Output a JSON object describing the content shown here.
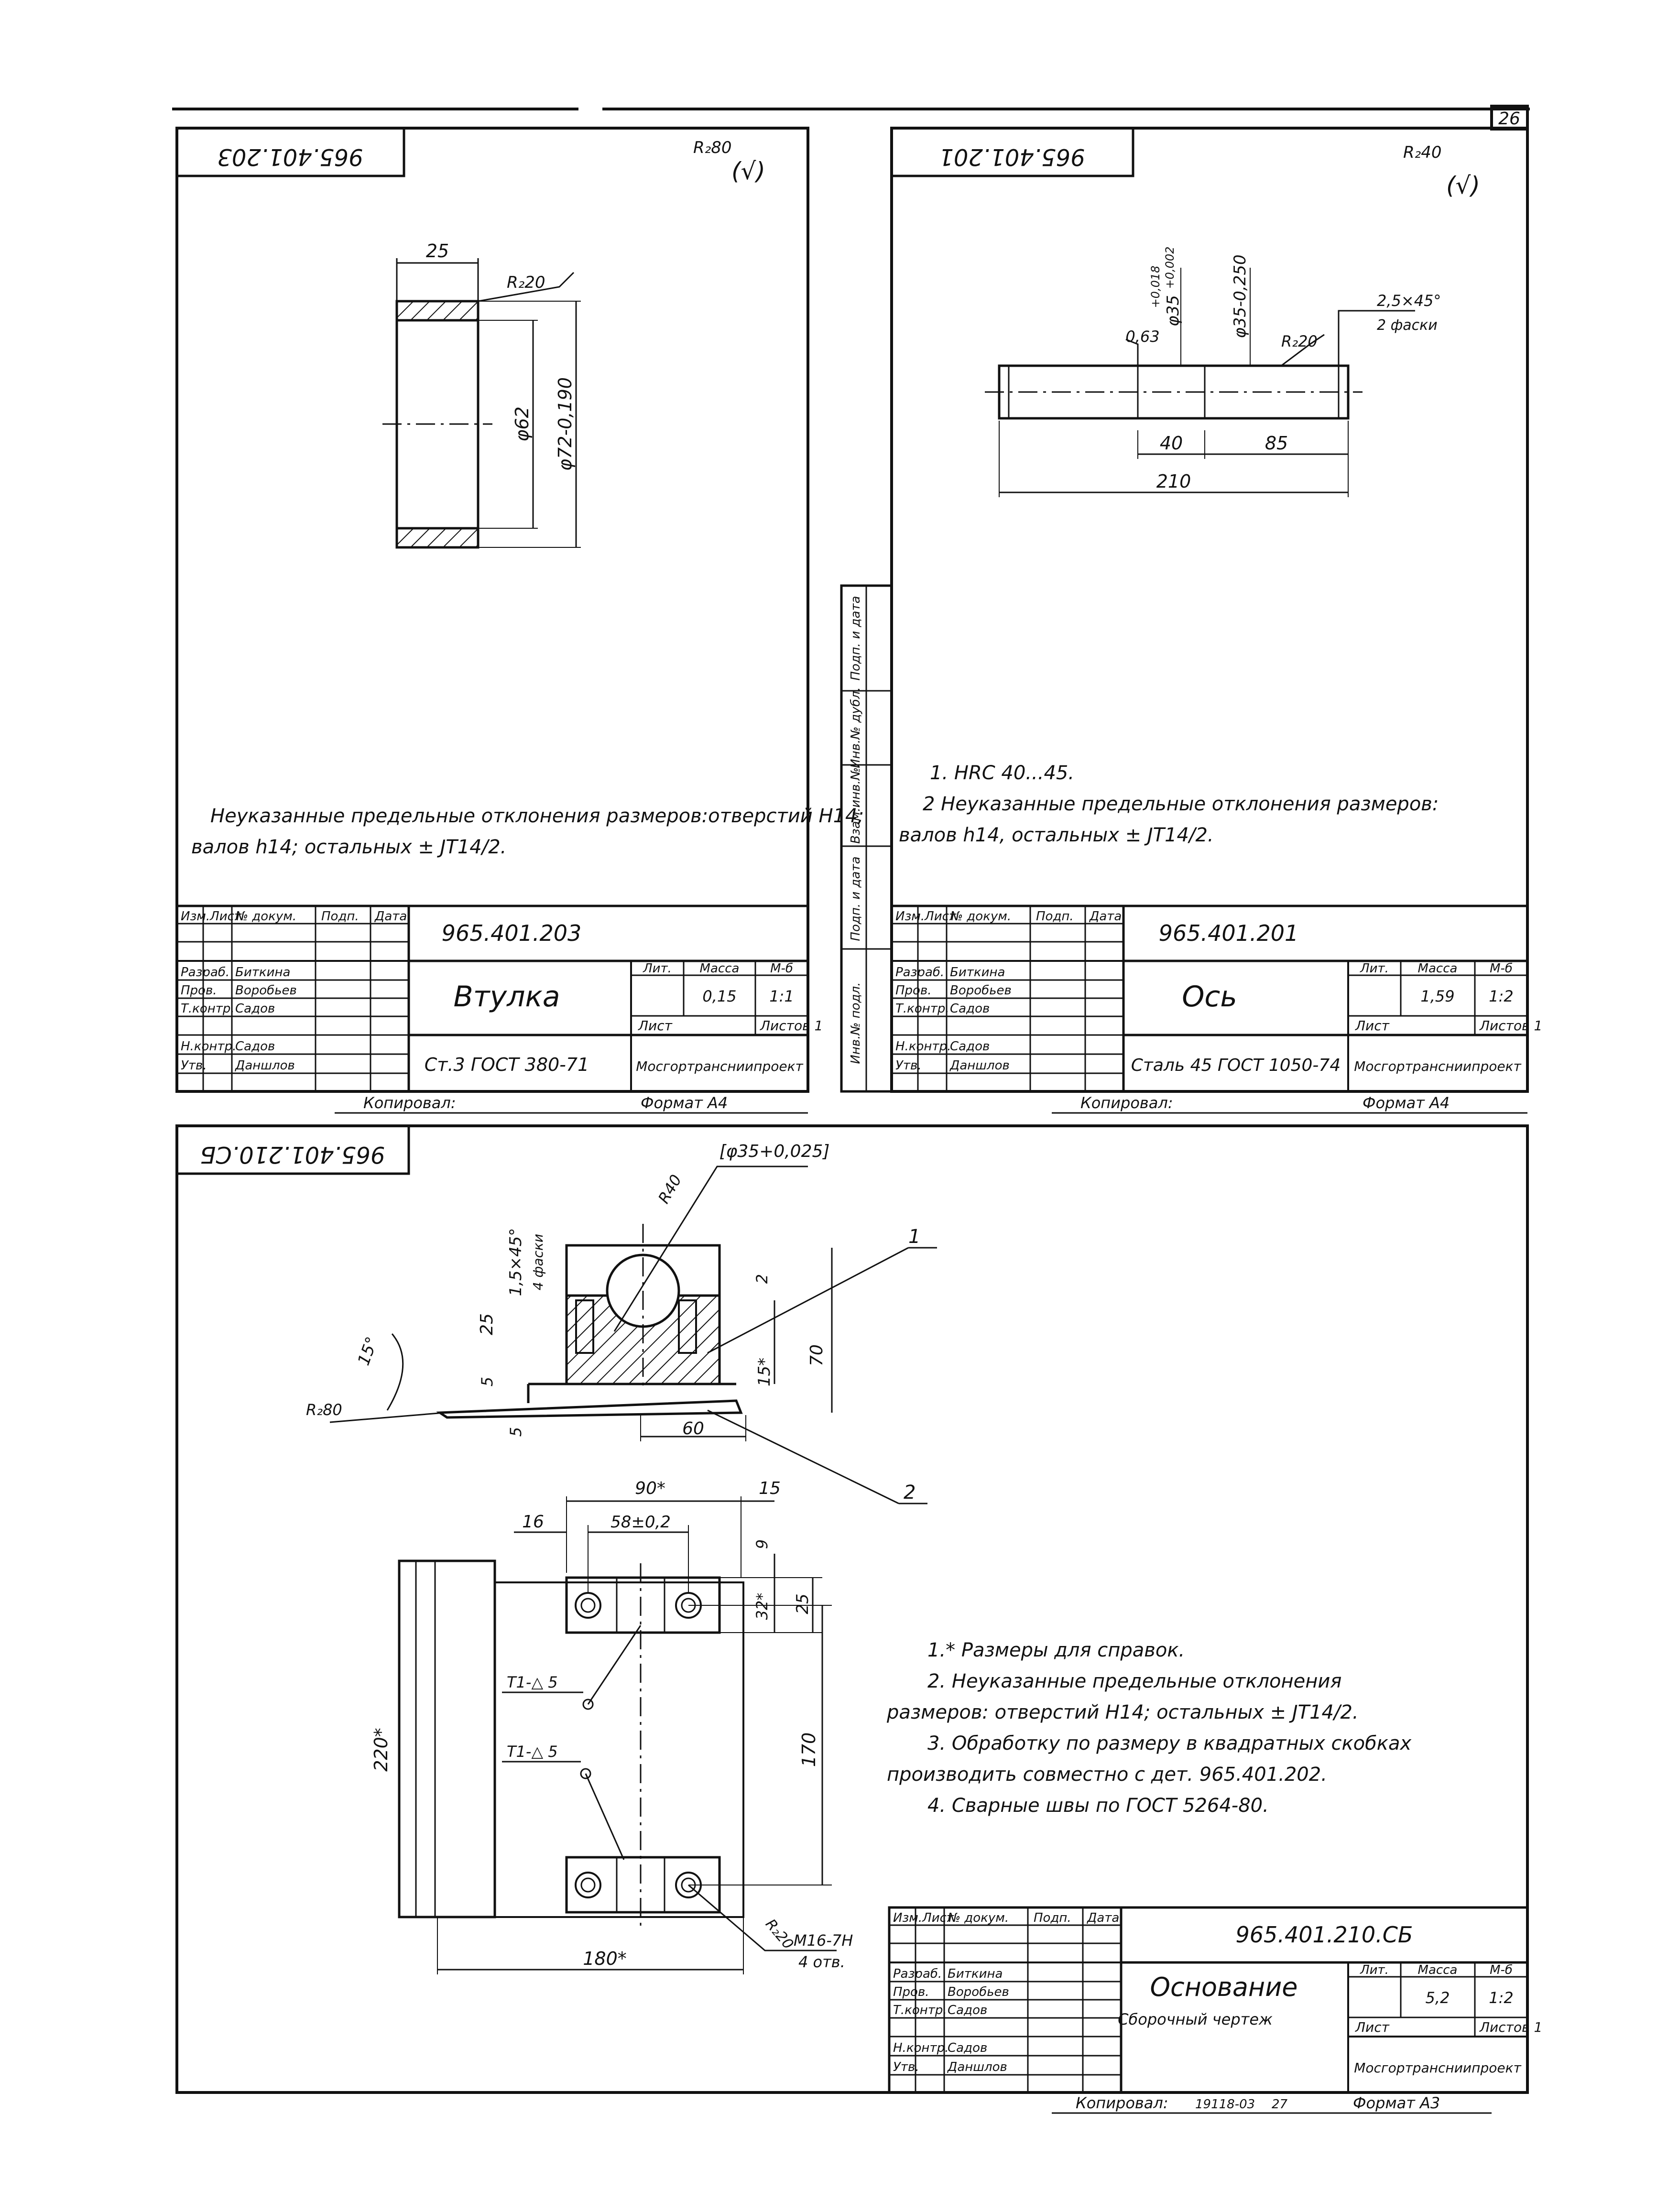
{
  "page_number": "26",
  "sheet1": {
    "stamp_code": "965.401.203",
    "roughness_main": "R₂80",
    "roughness_rest": "(√)",
    "dims": {
      "width": "25",
      "dia_inner": "φ62",
      "dia_outer": "φ72-0,190",
      "roughness": "R₂20"
    },
    "note_line1": "Неуказанные предельные отклонения размеров:отверстий Н14;",
    "note_line2": "валов h14; остальных ± JT14/2.",
    "title_block": {
      "code": "965.401.203",
      "name": "Втулка",
      "material": "Ст.3 ГОСТ 380-71",
      "mass": "0,15",
      "scale": "1:1",
      "organization": "Мосгортрансниипроект",
      "col_lit": "Лит.",
      "col_mass": "Масса",
      "col_scale": "М-б",
      "sheet": "Лист",
      "sheets": "Листов 1",
      "rows": [
        {
          "role": "Изм.Лист",
          "name": "№ докум.",
          "sign": "Подп.",
          "date": "Дата"
        },
        {
          "role": "Разраб.",
          "name": "Биткина",
          "sign": "",
          "date": ""
        },
        {
          "role": "Пров.",
          "name": "Воробьев",
          "sign": "",
          "date": ""
        },
        {
          "role": "Т.контр.",
          "name": "Садов",
          "sign": "",
          "date": ""
        },
        {
          "role": "",
          "name": "",
          "sign": "",
          "date": ""
        },
        {
          "role": "Н.контр.",
          "name": "Садов",
          "sign": "",
          "date": ""
        },
        {
          "role": "Утв.",
          "name": "Даншлов",
          "sign": "",
          "date": ""
        }
      ]
    },
    "copied": "Копировал:",
    "format": "Формат А4"
  },
  "sheet2": {
    "stamp_code": "965.401.201",
    "roughness_main": "R₂40",
    "roughness_rest": "(√)",
    "dims": {
      "tol1": "0,63",
      "dia1": "φ35",
      "tol_up": "+0,018",
      "tol_low": "+0,002",
      "dia2": "φ35-0,250",
      "roughness": "R₂20",
      "chamfer": "2,5×45°",
      "chamfer_note": "2 фаски",
      "len1": "40",
      "len2": "85",
      "len_total": "210"
    },
    "note_line1": "1. HRC 40...45.",
    "note_line2": "2 Неуказанные предельные отклонения размеров:",
    "note_line3": "валов h14, остальных ± JT14/2.",
    "side_labels": [
      "Инв.№ подл.",
      "Подп. и дата",
      "Взам.инв.№",
      "Инв.№ дубл.",
      "Подп. и дата"
    ],
    "title_block": {
      "code": "965.401.201",
      "name": "Ось",
      "material": "Сталь 45 ГОСТ 1050-74",
      "mass": "1,59",
      "scale": "1:2",
      "organization": "Мосгортрансниипроект",
      "col_lit": "Лит.",
      "col_mass": "Масса",
      "col_scale": "М-б",
      "sheet": "Лист",
      "sheets": "Листов 1",
      "rows": [
        {
          "role": "Изм.Лист",
          "name": "№ докум.",
          "sign": "Подп.",
          "date": "Дата"
        },
        {
          "role": "Разраб.",
          "name": "Биткина",
          "sign": "",
          "date": ""
        },
        {
          "role": "Пров.",
          "name": "Воробьев",
          "sign": "",
          "date": ""
        },
        {
          "role": "Т.контр.",
          "name": "Садов",
          "sign": "",
          "date": ""
        },
        {
          "role": "",
          "name": "",
          "sign": "",
          "date": ""
        },
        {
          "role": "Н.контр.",
          "name": "Садов",
          "sign": "",
          "date": ""
        },
        {
          "role": "Утв.",
          "name": "Даншлов",
          "sign": "",
          "date": ""
        }
      ]
    },
    "copied": "Копировал:",
    "format": "Формат А4"
  },
  "sheet3": {
    "stamp_code": "965.401.210.СБ",
    "dims": {
      "bore": "[φ35+0,025]",
      "r40": "R40",
      "chamfer": "1,5×45°",
      "chamfer_note": "4 фаски",
      "d2": "2",
      "d25": "25",
      "d5a": "5",
      "d15": "15*",
      "d70": "70",
      "d5b": "5",
      "d60": "60",
      "angle": "15°",
      "r80": "R₂80",
      "d90": "90*",
      "d15b": "15",
      "d16": "16",
      "d58": "58±0,2",
      "d9": "9",
      "d32": "32*",
      "d25b": "25",
      "weld": "T1-△ 5",
      "d220": "220*",
      "d170": "170",
      "d180": "180*",
      "r20": "R₂20",
      "thread": "M16-7H",
      "holes": "4 отв."
    },
    "leaders": [
      "1",
      "2"
    ],
    "notes": [
      "1.* Размеры для справок.",
      "2. Неуказанные предельные отклонения",
      "размеров: отверстий Н14; остальных ± JT14/2.",
      "3. Обработку по размеру в квадратных скобках",
      "производить совместно с дет. 965.401.202.",
      "4. Сварные швы по ГОСТ 5264-80."
    ],
    "title_block": {
      "code": "965.401.210.СБ",
      "name": "Основание",
      "subtitle": "Сборочный чертеж",
      "mass": "5,2",
      "scale": "1:2",
      "organization": "Мосгортрансниипроект",
      "col_lit": "Лит.",
      "col_mass": "Масса",
      "col_scale": "М-б",
      "sheet": "Лист",
      "sheets": "Листов 1",
      "rows": [
        {
          "role": "Изм.Лист",
          "name": "№ докум.",
          "sign": "Подп.",
          "date": "Дата"
        },
        {
          "role": "Разраб.",
          "name": "Биткина",
          "sign": "",
          "date": ""
        },
        {
          "role": "Пров.",
          "name": "Воробьев",
          "sign": "",
          "date": ""
        },
        {
          "role": "Т.контр.",
          "name": "Садов",
          "sign": "",
          "date": ""
        },
        {
          "role": "",
          "name": "",
          "sign": "",
          "date": ""
        },
        {
          "role": "Н.контр.",
          "name": "Садов",
          "sign": "",
          "date": ""
        },
        {
          "role": "Утв.",
          "name": "Даншлов",
          "sign": "",
          "date": ""
        }
      ]
    },
    "copied": "Копировал:",
    "copy_id": "19118-03",
    "copy_num": "27",
    "format": "Формат А3"
  }
}
